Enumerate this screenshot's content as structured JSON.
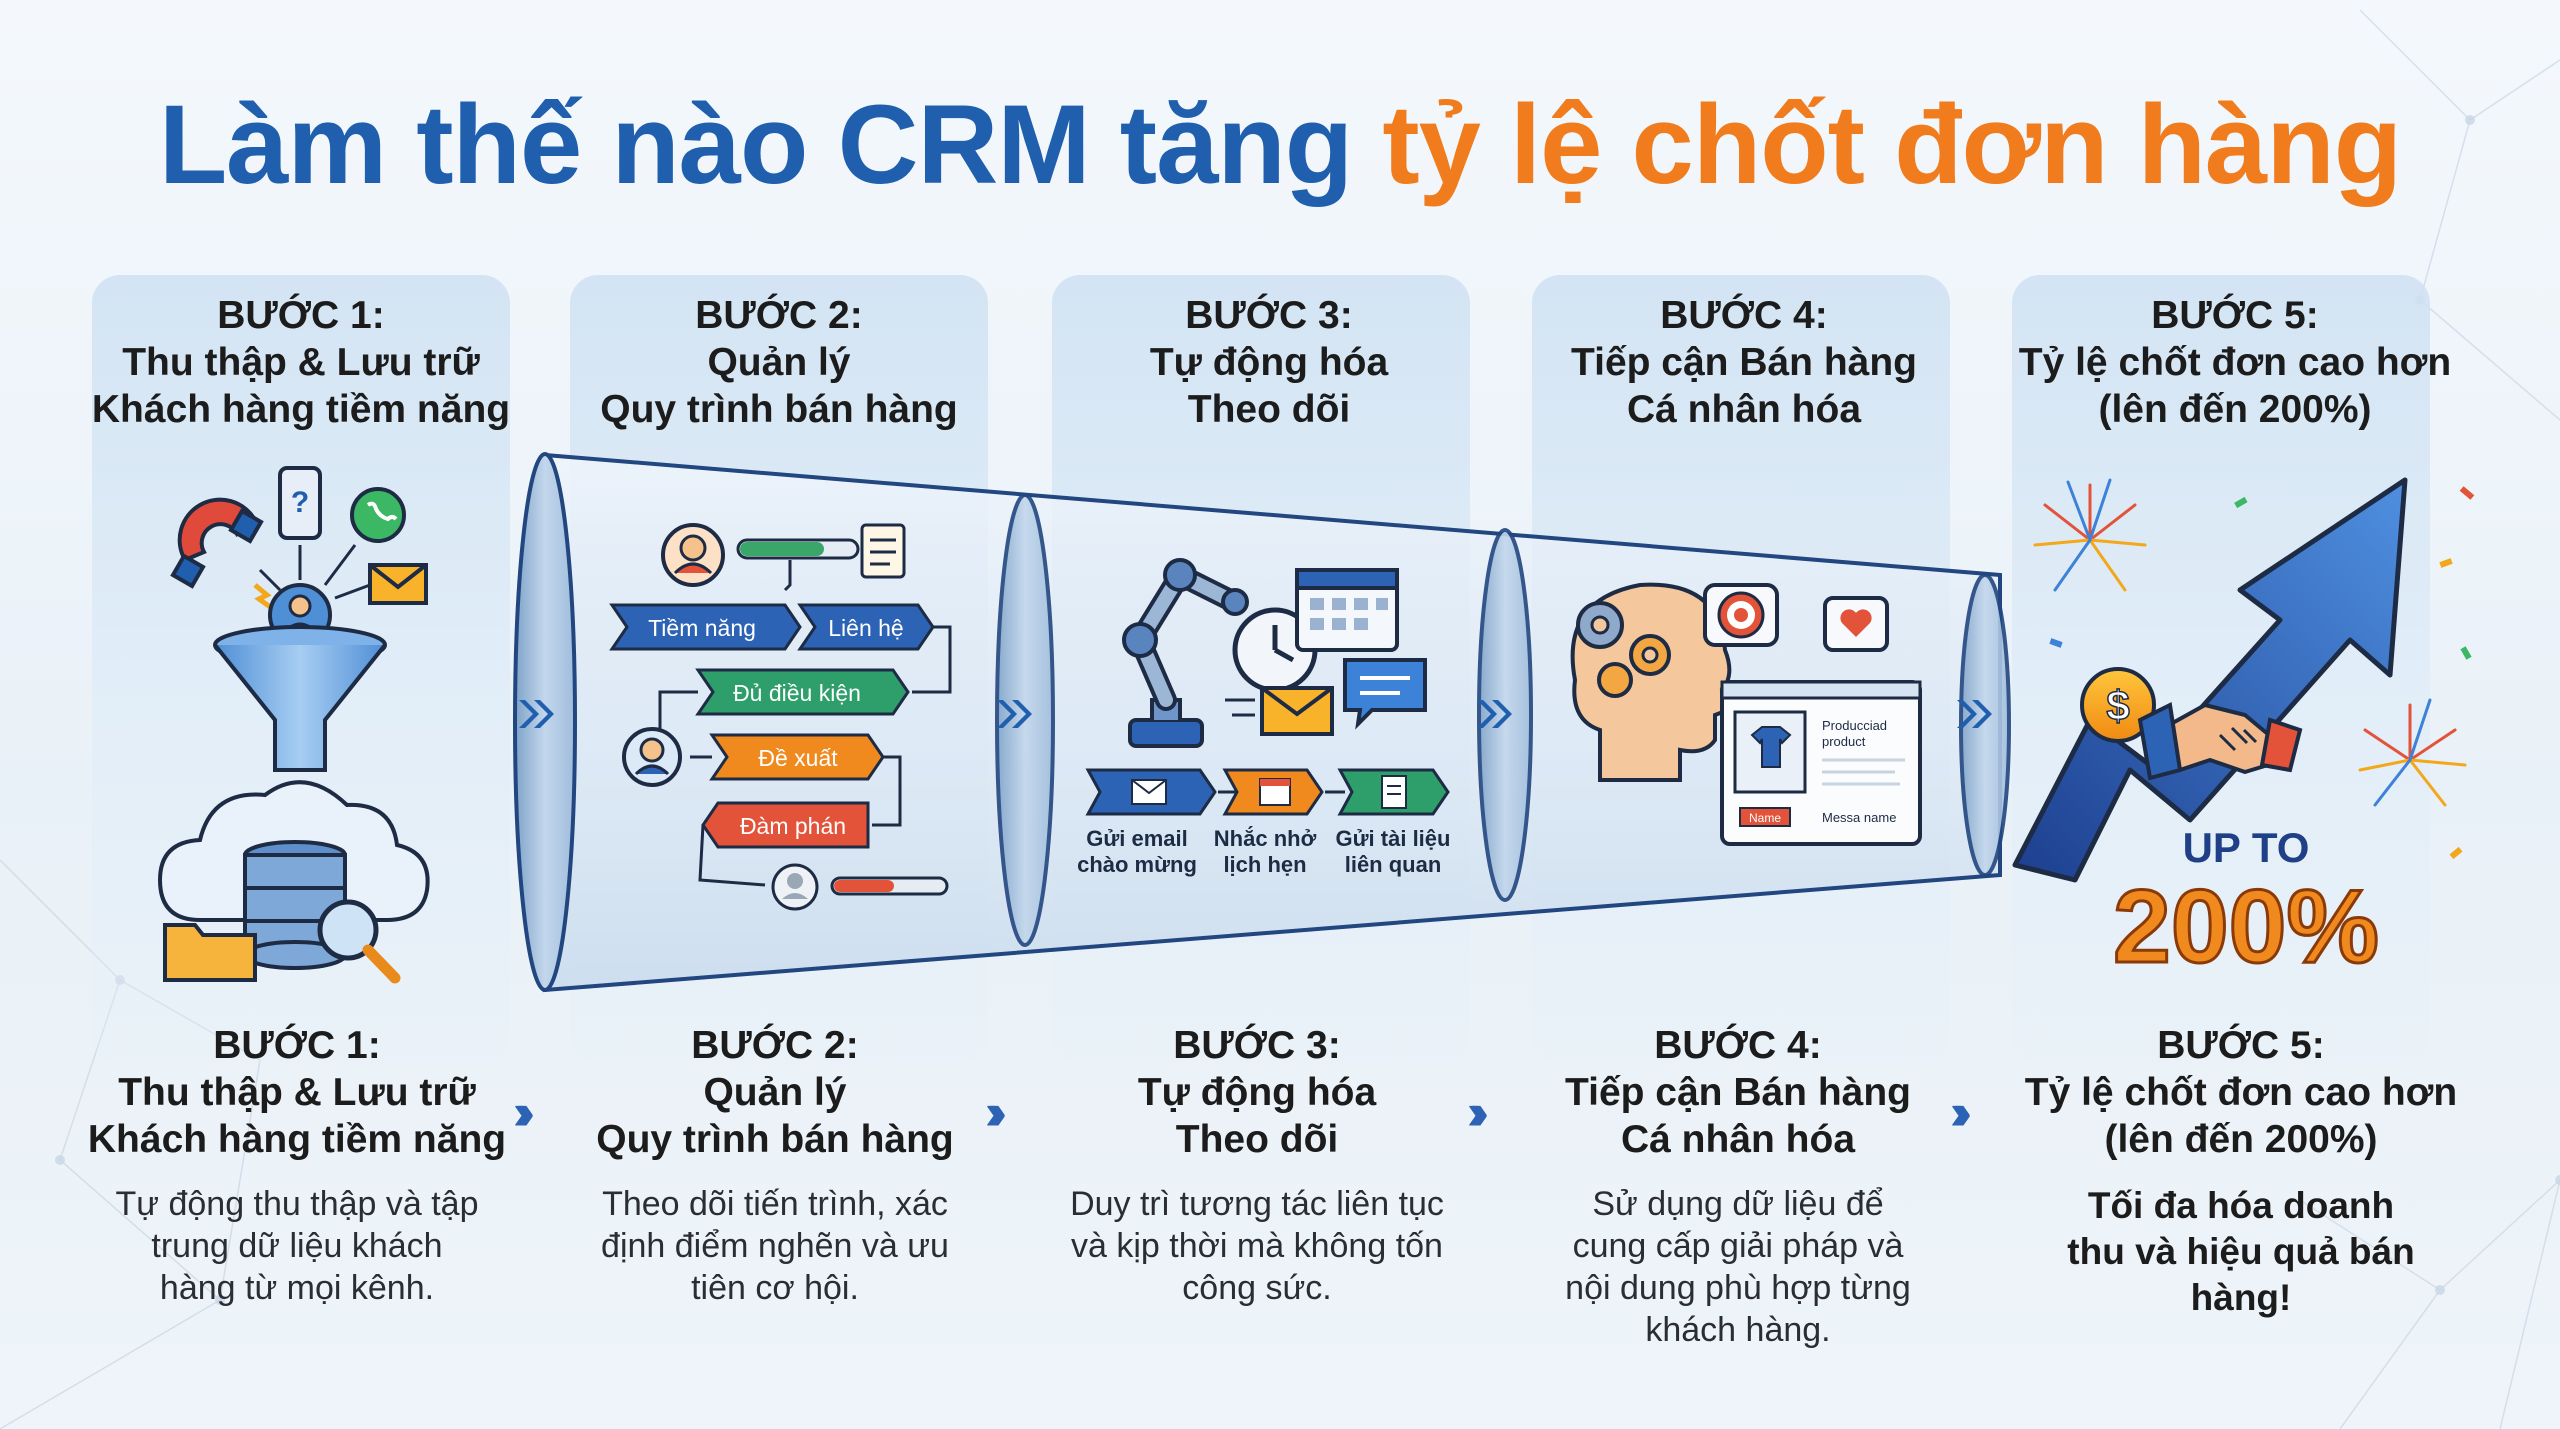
{
  "title": {
    "part1": "Làm thế nào CRM tăng",
    "part2": "tỷ lệ chốt đơn hàng"
  },
  "colors": {
    "blue": "#1f5fae",
    "orange": "#f07c1e",
    "green": "#2e9e6a",
    "red": "#e2533a"
  },
  "steps": [
    {
      "label": "BƯỚC 1:",
      "line1": "Thu thập & Lưu trữ",
      "line2": "Khách hàng tiềm năng",
      "desc": "Tự động thu thập và tập trung dữ liệu khách hàng từ mọi kênh."
    },
    {
      "label": "BƯỚC 2:",
      "line1": "Quản lý",
      "line2": "Quy trình bán hàng",
      "desc": "Theo dõi tiến trình, xác định điểm nghẽn và ưu tiên cơ hội."
    },
    {
      "label": "BƯỚC 3:",
      "line1": "Tự động hóa",
      "line2": "Theo dõi",
      "desc": "Duy trì tương tác liên tục và kịp thời mà không tốn công sức."
    },
    {
      "label": "BƯỚC 4:",
      "line1": "Tiếp cận Bán hàng",
      "line2": "Cá nhân hóa",
      "desc": "Sử dụng dữ liệu để cung cấp giải pháp và nội dung phù hợp từng khách hàng."
    },
    {
      "label": "BƯỚC 5:",
      "line1": "Tỷ lệ chốt đơn cao hơn",
      "line2": "(lên đến 200%)",
      "desc": "Tối đa hóa doanh thu và hiệu quả bán hàng!"
    }
  ],
  "pipeline": [
    "Tiềm năng",
    "Liên hệ",
    "Đủ điều kiện",
    "Đề xuất",
    "Đàm phán"
  ],
  "automation": [
    {
      "line1": "Gửi email",
      "line2": "chào mừng"
    },
    {
      "line1": "Nhắc nhở",
      "line2": "lịch hẹn"
    },
    {
      "line1": "Gửi tài liệu",
      "line2": "liên quan"
    }
  ],
  "product_card": {
    "title_line1": "Producciad",
    "title_line2": "product",
    "name_btn": "Name",
    "message": "Messa name"
  },
  "result": {
    "up_to": "UP TO",
    "percent": "200%"
  }
}
